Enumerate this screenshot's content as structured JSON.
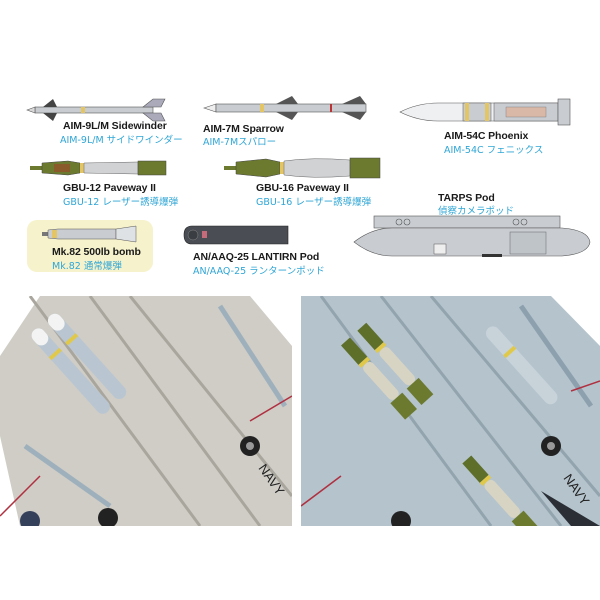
{
  "weapons": [
    {
      "id": "aim9",
      "name_en": "AIM-9L/M Sidewinder",
      "name_jp": "AIM-9L/M サイドワインダー"
    },
    {
      "id": "aim7",
      "name_en": "AIM-7M Sparrow",
      "name_jp": "AIM-7Mスパロー"
    },
    {
      "id": "aim54",
      "name_en": "AIM-54C Phoenix",
      "name_jp": "AIM-54C フェニックス"
    },
    {
      "id": "gbu12",
      "name_en": "GBU-12 Paveway II",
      "name_jp": "GBU-12 レーザー誘導爆弾"
    },
    {
      "id": "gbu16",
      "name_en": "GBU-16 Paveway II",
      "name_jp": "GBU-16 レーザー誘導爆弾"
    },
    {
      "id": "tarps",
      "name_en": "TARPS Pod",
      "name_jp": "偵察カメラポッド"
    },
    {
      "id": "mk82",
      "name_en": "Mk.82 500lb bomb",
      "name_jp": "Mk.82 通常爆弾"
    },
    {
      "id": "lantirn",
      "name_en": "AN/AAQ-25 LANTIRN Pod",
      "name_jp": "AN/AAQ-25 ランターンポッド"
    }
  ],
  "photos": [
    {
      "id": "left",
      "marking": "NAVY",
      "scheme": "light gull gray, AIM-54 / AIM-9 / AIM-7 loadout"
    },
    {
      "id": "right",
      "marking": "NAVY",
      "scheme": "light blue-gray, GBU bomb loadout"
    }
  ],
  "colors": {
    "jp_label": "#2fa6d6",
    "en_label": "#1a1a1a",
    "mk82_highlight": "#f6f2cc",
    "missile_gray": "#c9cdd2",
    "bomb_olive": "#6b7a2e",
    "pod_dark": "#4a4e54",
    "left_photo_bg": "#cfcdc6",
    "right_photo_bg": "#b4c3cc"
  }
}
